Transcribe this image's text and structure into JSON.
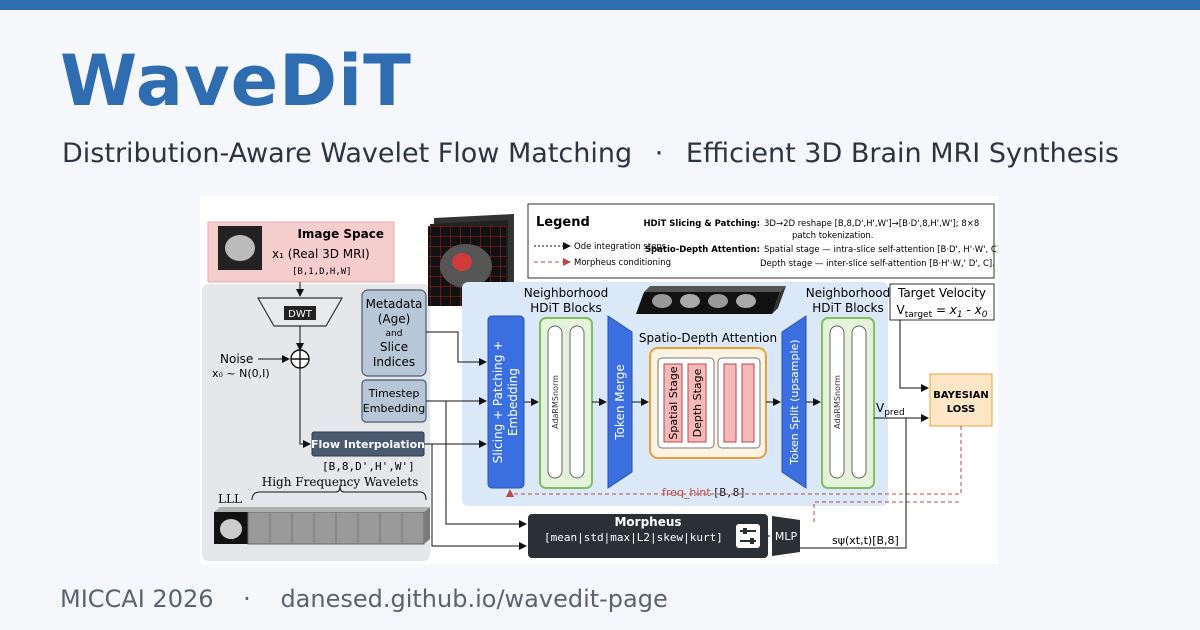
{
  "header": {
    "title": "WaveDiT",
    "subtitle_left": "Distribution-Aware Wavelet Flow Matching",
    "subtitle_sep": "·",
    "subtitle_right": "Efficient 3D Brain MRI Synthesis"
  },
  "footer": {
    "venue": "MICCAI 2026",
    "sep": "·",
    "url": "danesed.github.io/wavedit-page"
  },
  "colors": {
    "accent": "#2f6db0",
    "image_space_bg": "#f6cdcd",
    "hdit_bg": "#dbe8f7",
    "block_blue": "#3b6fe0",
    "green_border": "#7fbf5f",
    "orange_border": "#e8a13a",
    "loss_bg": "#fde6c5",
    "morpheus_bg": "#2b2f36"
  },
  "diagram": {
    "image_space": {
      "title": "Image Space",
      "x1_label": "x₁ (Real 3D MRI)",
      "shape": "[B,1,D,H,W]"
    },
    "dwt_label": "DWT",
    "noise": {
      "label": "Noise",
      "dist": "x₀ ~ N(0,I)"
    },
    "flow_interp": {
      "label": "Flow Interpolation",
      "shape": "[B,8,D',H',W']"
    },
    "wavelets": {
      "lll": "LLL",
      "high_freq": "High Frequency Wavelets"
    },
    "metadata": {
      "l1": "Metadata",
      "l2": "(Age)",
      "l3": "and",
      "l4": "Slice",
      "l5": "Indices"
    },
    "timestep": {
      "l1": "Timestep",
      "l2": "Embedding"
    },
    "legend": {
      "title": "Legend",
      "ode": "Ode integration steps",
      "morpheus_cond": "Morpheus conditioning",
      "slicing_title": "HDiT Slicing & Patching:",
      "slicing_text1": "3D→2D reshape [B,8,D',H',W']→[B·D',8,H',W']; 8×8",
      "slicing_text2": "patch tokenization.",
      "sda_title": "Spatio-Depth Attention:",
      "sda_text1": "Spatial stage — intra-slice self-attention [B·D', H'·W', C].",
      "sda_text2": "Depth stage  — inter-slice self-attention  [B·H'·W,' D', C]."
    },
    "neighborhood_left": {
      "l1": "Neighborhood",
      "l2": "HDiT Blocks"
    },
    "neighborhood_right": {
      "l1": "Neighborhood",
      "l2": "HDiT Blocks"
    },
    "slicing_block": {
      "l1": "Slicing + Patching +",
      "l2": "Embedding"
    },
    "adarmsnorm": "AdaRMSnorm",
    "token_merge": "Token Merge",
    "sda_title": "Spatio-Depth Attention",
    "spatial_stage": "Spatial Stage",
    "depth_stage": "Depth Stage",
    "token_split": "Token Split (upsample)",
    "v_pred": "V",
    "v_pred_sub": "pred",
    "target_velocity": {
      "l1": "Target Velocity",
      "v": "V",
      "v_sub": "target",
      "eq": " = x",
      "eq_sub1": "1",
      "eq_mid": " - x",
      "eq_sub0": "0"
    },
    "loss": {
      "l1": "BAYESIAN",
      "l2": "LOSS"
    },
    "freq_hint": "freq_hint",
    "freq_hint_shape": "[B,8]",
    "morpheus": {
      "title": "Morpheus",
      "stats": "[mean|std|max|L2|skew|kurt]"
    },
    "mlp": "MLP",
    "s_psi": "sψ(xt,t)[B,8]"
  }
}
